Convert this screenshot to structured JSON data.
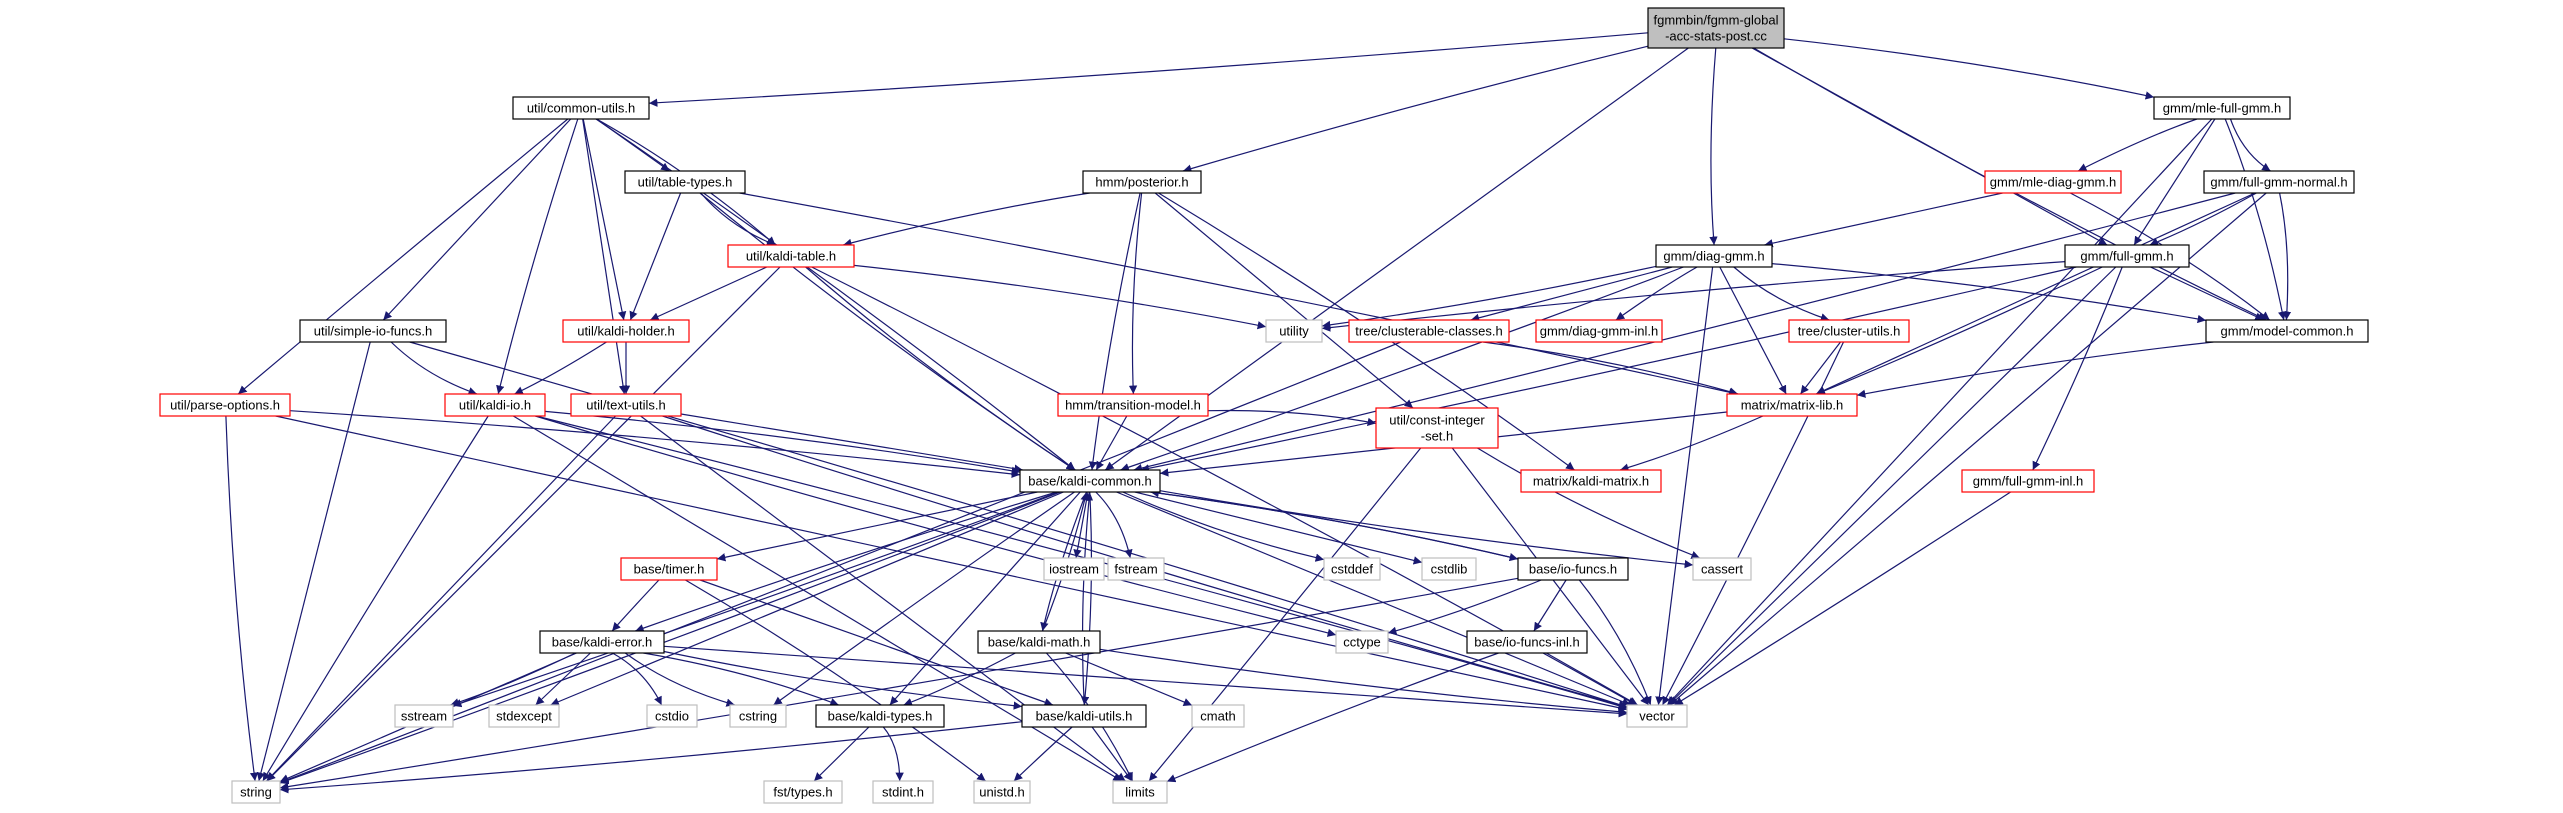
{
  "nodes": [
    {
      "id": "root",
      "lines": [
        "fgmmbin/fgmm-global",
        "-acc-stats-post.cc"
      ],
      "style": "root"
    },
    {
      "id": "common_utils",
      "lines": [
        "util/common-utils.h"
      ],
      "style": "black"
    },
    {
      "id": "table_types",
      "lines": [
        "util/table-types.h"
      ],
      "style": "black"
    },
    {
      "id": "kaldi_table",
      "lines": [
        "util/kaldi-table.h"
      ],
      "style": "red"
    },
    {
      "id": "simple_io",
      "lines": [
        "util/simple-io-funcs.h"
      ],
      "style": "black"
    },
    {
      "id": "kaldi_holder",
      "lines": [
        "util/kaldi-holder.h"
      ],
      "style": "red"
    },
    {
      "id": "parse_options",
      "lines": [
        "util/parse-options.h"
      ],
      "style": "red"
    },
    {
      "id": "kaldi_io",
      "lines": [
        "util/kaldi-io.h"
      ],
      "style": "red"
    },
    {
      "id": "text_utils",
      "lines": [
        "util/text-utils.h"
      ],
      "style": "red"
    },
    {
      "id": "posterior",
      "lines": [
        "hmm/posterior.h"
      ],
      "style": "black"
    },
    {
      "id": "transition_model",
      "lines": [
        "hmm/transition-model.h"
      ],
      "style": "red"
    },
    {
      "id": "const_int_set",
      "lines": [
        "util/const-integer",
        "-set.h"
      ],
      "style": "red"
    },
    {
      "id": "diag_gmm",
      "lines": [
        "gmm/diag-gmm.h"
      ],
      "style": "black"
    },
    {
      "id": "utility",
      "lines": [
        "utility"
      ],
      "style": "gray"
    },
    {
      "id": "clusterable",
      "lines": [
        "tree/clusterable-classes.h"
      ],
      "style": "red"
    },
    {
      "id": "diag_gmm_inl",
      "lines": [
        "gmm/diag-gmm-inl.h"
      ],
      "style": "red"
    },
    {
      "id": "cluster_utils",
      "lines": [
        "tree/cluster-utils.h"
      ],
      "style": "red"
    },
    {
      "id": "matrix_lib",
      "lines": [
        "matrix/matrix-lib.h"
      ],
      "style": "red"
    },
    {
      "id": "kaldi_matrix",
      "lines": [
        "matrix/kaldi-matrix.h"
      ],
      "style": "red"
    },
    {
      "id": "mle_full",
      "lines": [
        "gmm/mle-full-gmm.h"
      ],
      "style": "black"
    },
    {
      "id": "mle_diag",
      "lines": [
        "gmm/mle-diag-gmm.h"
      ],
      "style": "red"
    },
    {
      "id": "full_normal",
      "lines": [
        "gmm/full-gmm-normal.h"
      ],
      "style": "black"
    },
    {
      "id": "full_gmm",
      "lines": [
        "gmm/full-gmm.h"
      ],
      "style": "black"
    },
    {
      "id": "model_common",
      "lines": [
        "gmm/model-common.h"
      ],
      "style": "black"
    },
    {
      "id": "full_gmm_inl",
      "lines": [
        "gmm/full-gmm-inl.h"
      ],
      "style": "red"
    },
    {
      "id": "kaldi_common",
      "lines": [
        "base/kaldi-common.h"
      ],
      "style": "black"
    },
    {
      "id": "iostream",
      "lines": [
        "iostream"
      ],
      "style": "gray"
    },
    {
      "id": "fstream",
      "lines": [
        "fstream"
      ],
      "style": "gray"
    },
    {
      "id": "cstddef",
      "lines": [
        "cstddef"
      ],
      "style": "gray"
    },
    {
      "id": "cstdlib",
      "lines": [
        "cstdlib"
      ],
      "style": "gray"
    },
    {
      "id": "io_funcs",
      "lines": [
        "base/io-funcs.h"
      ],
      "style": "black"
    },
    {
      "id": "cassert",
      "lines": [
        "cassert"
      ],
      "style": "gray"
    },
    {
      "id": "timer",
      "lines": [
        "base/timer.h"
      ],
      "style": "red"
    },
    {
      "id": "cctype",
      "lines": [
        "cctype"
      ],
      "style": "gray"
    },
    {
      "id": "kaldi_error",
      "lines": [
        "base/kaldi-error.h"
      ],
      "style": "black"
    },
    {
      "id": "kaldi_math",
      "lines": [
        "base/kaldi-math.h"
      ],
      "style": "black"
    },
    {
      "id": "io_funcs_inl",
      "lines": [
        "base/io-funcs-inl.h"
      ],
      "style": "black"
    },
    {
      "id": "sstream",
      "lines": [
        "sstream"
      ],
      "style": "gray"
    },
    {
      "id": "stdexcept",
      "lines": [
        "stdexcept"
      ],
      "style": "gray"
    },
    {
      "id": "cstdio",
      "lines": [
        "cstdio"
      ],
      "style": "gray"
    },
    {
      "id": "cstring",
      "lines": [
        "cstring"
      ],
      "style": "gray"
    },
    {
      "id": "kaldi_types",
      "lines": [
        "base/kaldi-types.h"
      ],
      "style": "black"
    },
    {
      "id": "kaldi_utils",
      "lines": [
        "base/kaldi-utils.h"
      ],
      "style": "black"
    },
    {
      "id": "cmath",
      "lines": [
        "cmath"
      ],
      "style": "gray"
    },
    {
      "id": "vector",
      "lines": [
        "vector"
      ],
      "style": "gray"
    },
    {
      "id": "string",
      "lines": [
        "string"
      ],
      "style": "gray"
    },
    {
      "id": "limits",
      "lines": [
        "limits"
      ],
      "style": "gray"
    },
    {
      "id": "fst_types",
      "lines": [
        "fst/types.h"
      ],
      "style": "gray"
    },
    {
      "id": "stdint",
      "lines": [
        "stdint.h"
      ],
      "style": "gray"
    },
    {
      "id": "unistd",
      "lines": [
        "unistd.h"
      ],
      "style": "gray"
    }
  ],
  "edges": [
    [
      "root",
      "common_utils"
    ],
    [
      "root",
      "kaldi_common"
    ],
    [
      "root",
      "posterior"
    ],
    [
      "root",
      "diag_gmm"
    ],
    [
      "root",
      "full_gmm"
    ],
    [
      "root",
      "mle_full"
    ],
    [
      "root",
      "model_common"
    ],
    [
      "common_utils",
      "table_types"
    ],
    [
      "common_utils",
      "kaldi_table"
    ],
    [
      "common_utils",
      "simple_io"
    ],
    [
      "common_utils",
      "kaldi_holder"
    ],
    [
      "common_utils",
      "parse_options"
    ],
    [
      "common_utils",
      "kaldi_io"
    ],
    [
      "common_utils",
      "text_utils"
    ],
    [
      "common_utils",
      "kaldi_common"
    ],
    [
      "table_types",
      "kaldi_table"
    ],
    [
      "table_types",
      "kaldi_holder"
    ],
    [
      "table_types",
      "matrix_lib"
    ],
    [
      "table_types",
      "kaldi_common"
    ],
    [
      "kaldi_table",
      "kaldi_holder"
    ],
    [
      "kaldi_table",
      "utility"
    ],
    [
      "kaldi_table",
      "kaldi_common"
    ],
    [
      "kaldi_table",
      "string"
    ],
    [
      "kaldi_table",
      "vector"
    ],
    [
      "simple_io",
      "kaldi_io"
    ],
    [
      "simple_io",
      "string"
    ],
    [
      "simple_io",
      "vector"
    ],
    [
      "kaldi_holder",
      "kaldi_io"
    ],
    [
      "kaldi_holder",
      "text_utils"
    ],
    [
      "parse_options",
      "kaldi_common"
    ],
    [
      "parse_options",
      "string"
    ],
    [
      "parse_options",
      "vector"
    ],
    [
      "kaldi_io",
      "kaldi_common"
    ],
    [
      "kaldi_io",
      "string"
    ],
    [
      "kaldi_io",
      "limits"
    ],
    [
      "kaldi_io",
      "vector"
    ],
    [
      "kaldi_io",
      "cctype"
    ],
    [
      "text_utils",
      "kaldi_common"
    ],
    [
      "text_utils",
      "string"
    ],
    [
      "text_utils",
      "vector"
    ],
    [
      "text_utils",
      "limits"
    ],
    [
      "posterior",
      "kaldi_table"
    ],
    [
      "posterior",
      "transition_model"
    ],
    [
      "posterior",
      "const_int_set"
    ],
    [
      "posterior",
      "kaldi_matrix"
    ],
    [
      "posterior",
      "kaldi_common"
    ],
    [
      "transition_model",
      "kaldi_common"
    ],
    [
      "transition_model",
      "const_int_set"
    ],
    [
      "const_int_set",
      "cassert"
    ],
    [
      "const_int_set",
      "vector"
    ],
    [
      "const_int_set",
      "limits"
    ],
    [
      "diag_gmm",
      "utility"
    ],
    [
      "diag_gmm",
      "clusterable"
    ],
    [
      "diag_gmm",
      "diag_gmm_inl"
    ],
    [
      "diag_gmm",
      "cluster_utils"
    ],
    [
      "diag_gmm",
      "matrix_lib"
    ],
    [
      "diag_gmm",
      "model_common"
    ],
    [
      "diag_gmm",
      "kaldi_common"
    ],
    [
      "diag_gmm",
      "vector"
    ],
    [
      "clusterable",
      "matrix_lib"
    ],
    [
      "clusterable",
      "string"
    ],
    [
      "cluster_utils",
      "matrix_lib"
    ],
    [
      "cluster_utils",
      "vector"
    ],
    [
      "matrix_lib",
      "kaldi_matrix"
    ],
    [
      "matrix_lib",
      "kaldi_common"
    ],
    [
      "mle_full",
      "mle_diag"
    ],
    [
      "mle_full",
      "full_normal"
    ],
    [
      "mle_full",
      "full_gmm"
    ],
    [
      "mle_full",
      "model_common"
    ],
    [
      "mle_full",
      "vector"
    ],
    [
      "mle_diag",
      "diag_gmm"
    ],
    [
      "mle_diag",
      "model_common"
    ],
    [
      "full_normal",
      "full_gmm"
    ],
    [
      "full_normal",
      "matrix_lib"
    ],
    [
      "full_normal",
      "model_common"
    ],
    [
      "full_normal",
      "kaldi_common"
    ],
    [
      "full_normal",
      "vector"
    ],
    [
      "full_gmm",
      "utility"
    ],
    [
      "full_gmm",
      "matrix_lib"
    ],
    [
      "full_gmm",
      "model_common"
    ],
    [
      "full_gmm",
      "full_gmm_inl"
    ],
    [
      "full_gmm",
      "kaldi_common"
    ],
    [
      "full_gmm",
      "vector"
    ],
    [
      "model_common",
      "matrix_lib"
    ],
    [
      "full_gmm_inl",
      "vector"
    ],
    [
      "kaldi_common",
      "iostream"
    ],
    [
      "kaldi_common",
      "fstream"
    ],
    [
      "kaldi_common",
      "cstddef"
    ],
    [
      "kaldi_common",
      "cstdlib"
    ],
    [
      "kaldi_common",
      "io_funcs"
    ],
    [
      "kaldi_common",
      "cassert"
    ],
    [
      "kaldi_common",
      "timer"
    ],
    [
      "kaldi_common",
      "kaldi_error"
    ],
    [
      "kaldi_common",
      "kaldi_math"
    ],
    [
      "kaldi_common",
      "kaldi_types"
    ],
    [
      "kaldi_common",
      "kaldi_utils"
    ],
    [
      "kaldi_common",
      "sstream"
    ],
    [
      "kaldi_common",
      "stdexcept"
    ],
    [
      "kaldi_common",
      "cstring"
    ],
    [
      "kaldi_common",
      "string"
    ],
    [
      "kaldi_common",
      "vector"
    ],
    [
      "io_funcs",
      "kaldi_common"
    ],
    [
      "io_funcs",
      "cctype"
    ],
    [
      "io_funcs",
      "io_funcs_inl"
    ],
    [
      "io_funcs",
      "vector"
    ],
    [
      "io_funcs",
      "string"
    ],
    [
      "io_funcs_inl",
      "vector"
    ],
    [
      "io_funcs_inl",
      "limits"
    ],
    [
      "timer",
      "kaldi_error"
    ],
    [
      "timer",
      "kaldi_utils"
    ],
    [
      "timer",
      "unistd"
    ],
    [
      "kaldi_error",
      "sstream"
    ],
    [
      "kaldi_error",
      "stdexcept"
    ],
    [
      "kaldi_error",
      "cstdio"
    ],
    [
      "kaldi_error",
      "cstring"
    ],
    [
      "kaldi_error",
      "string"
    ],
    [
      "kaldi_error",
      "kaldi_types"
    ],
    [
      "kaldi_error",
      "kaldi_utils"
    ],
    [
      "kaldi_error",
      "vector"
    ],
    [
      "kaldi_math",
      "kaldi_common"
    ],
    [
      "kaldi_math",
      "kaldi_types"
    ],
    [
      "kaldi_math",
      "cmath"
    ],
    [
      "kaldi_math",
      "limits"
    ],
    [
      "kaldi_math",
      "vector"
    ],
    [
      "kaldi_types",
      "fst_types"
    ],
    [
      "kaldi_types",
      "stdint"
    ],
    [
      "kaldi_utils",
      "string"
    ],
    [
      "kaldi_utils",
      "limits"
    ],
    [
      "kaldi_utils",
      "unistd"
    ],
    [
      "kaldi_utils",
      "kaldi_common"
    ]
  ]
}
